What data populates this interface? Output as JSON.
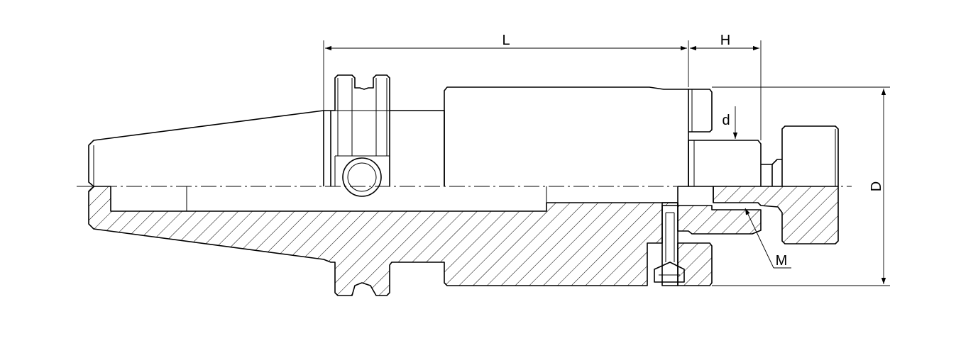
{
  "labels": {
    "L": "L",
    "H": "H",
    "d": "d",
    "D": "D",
    "M": "M"
  }
}
